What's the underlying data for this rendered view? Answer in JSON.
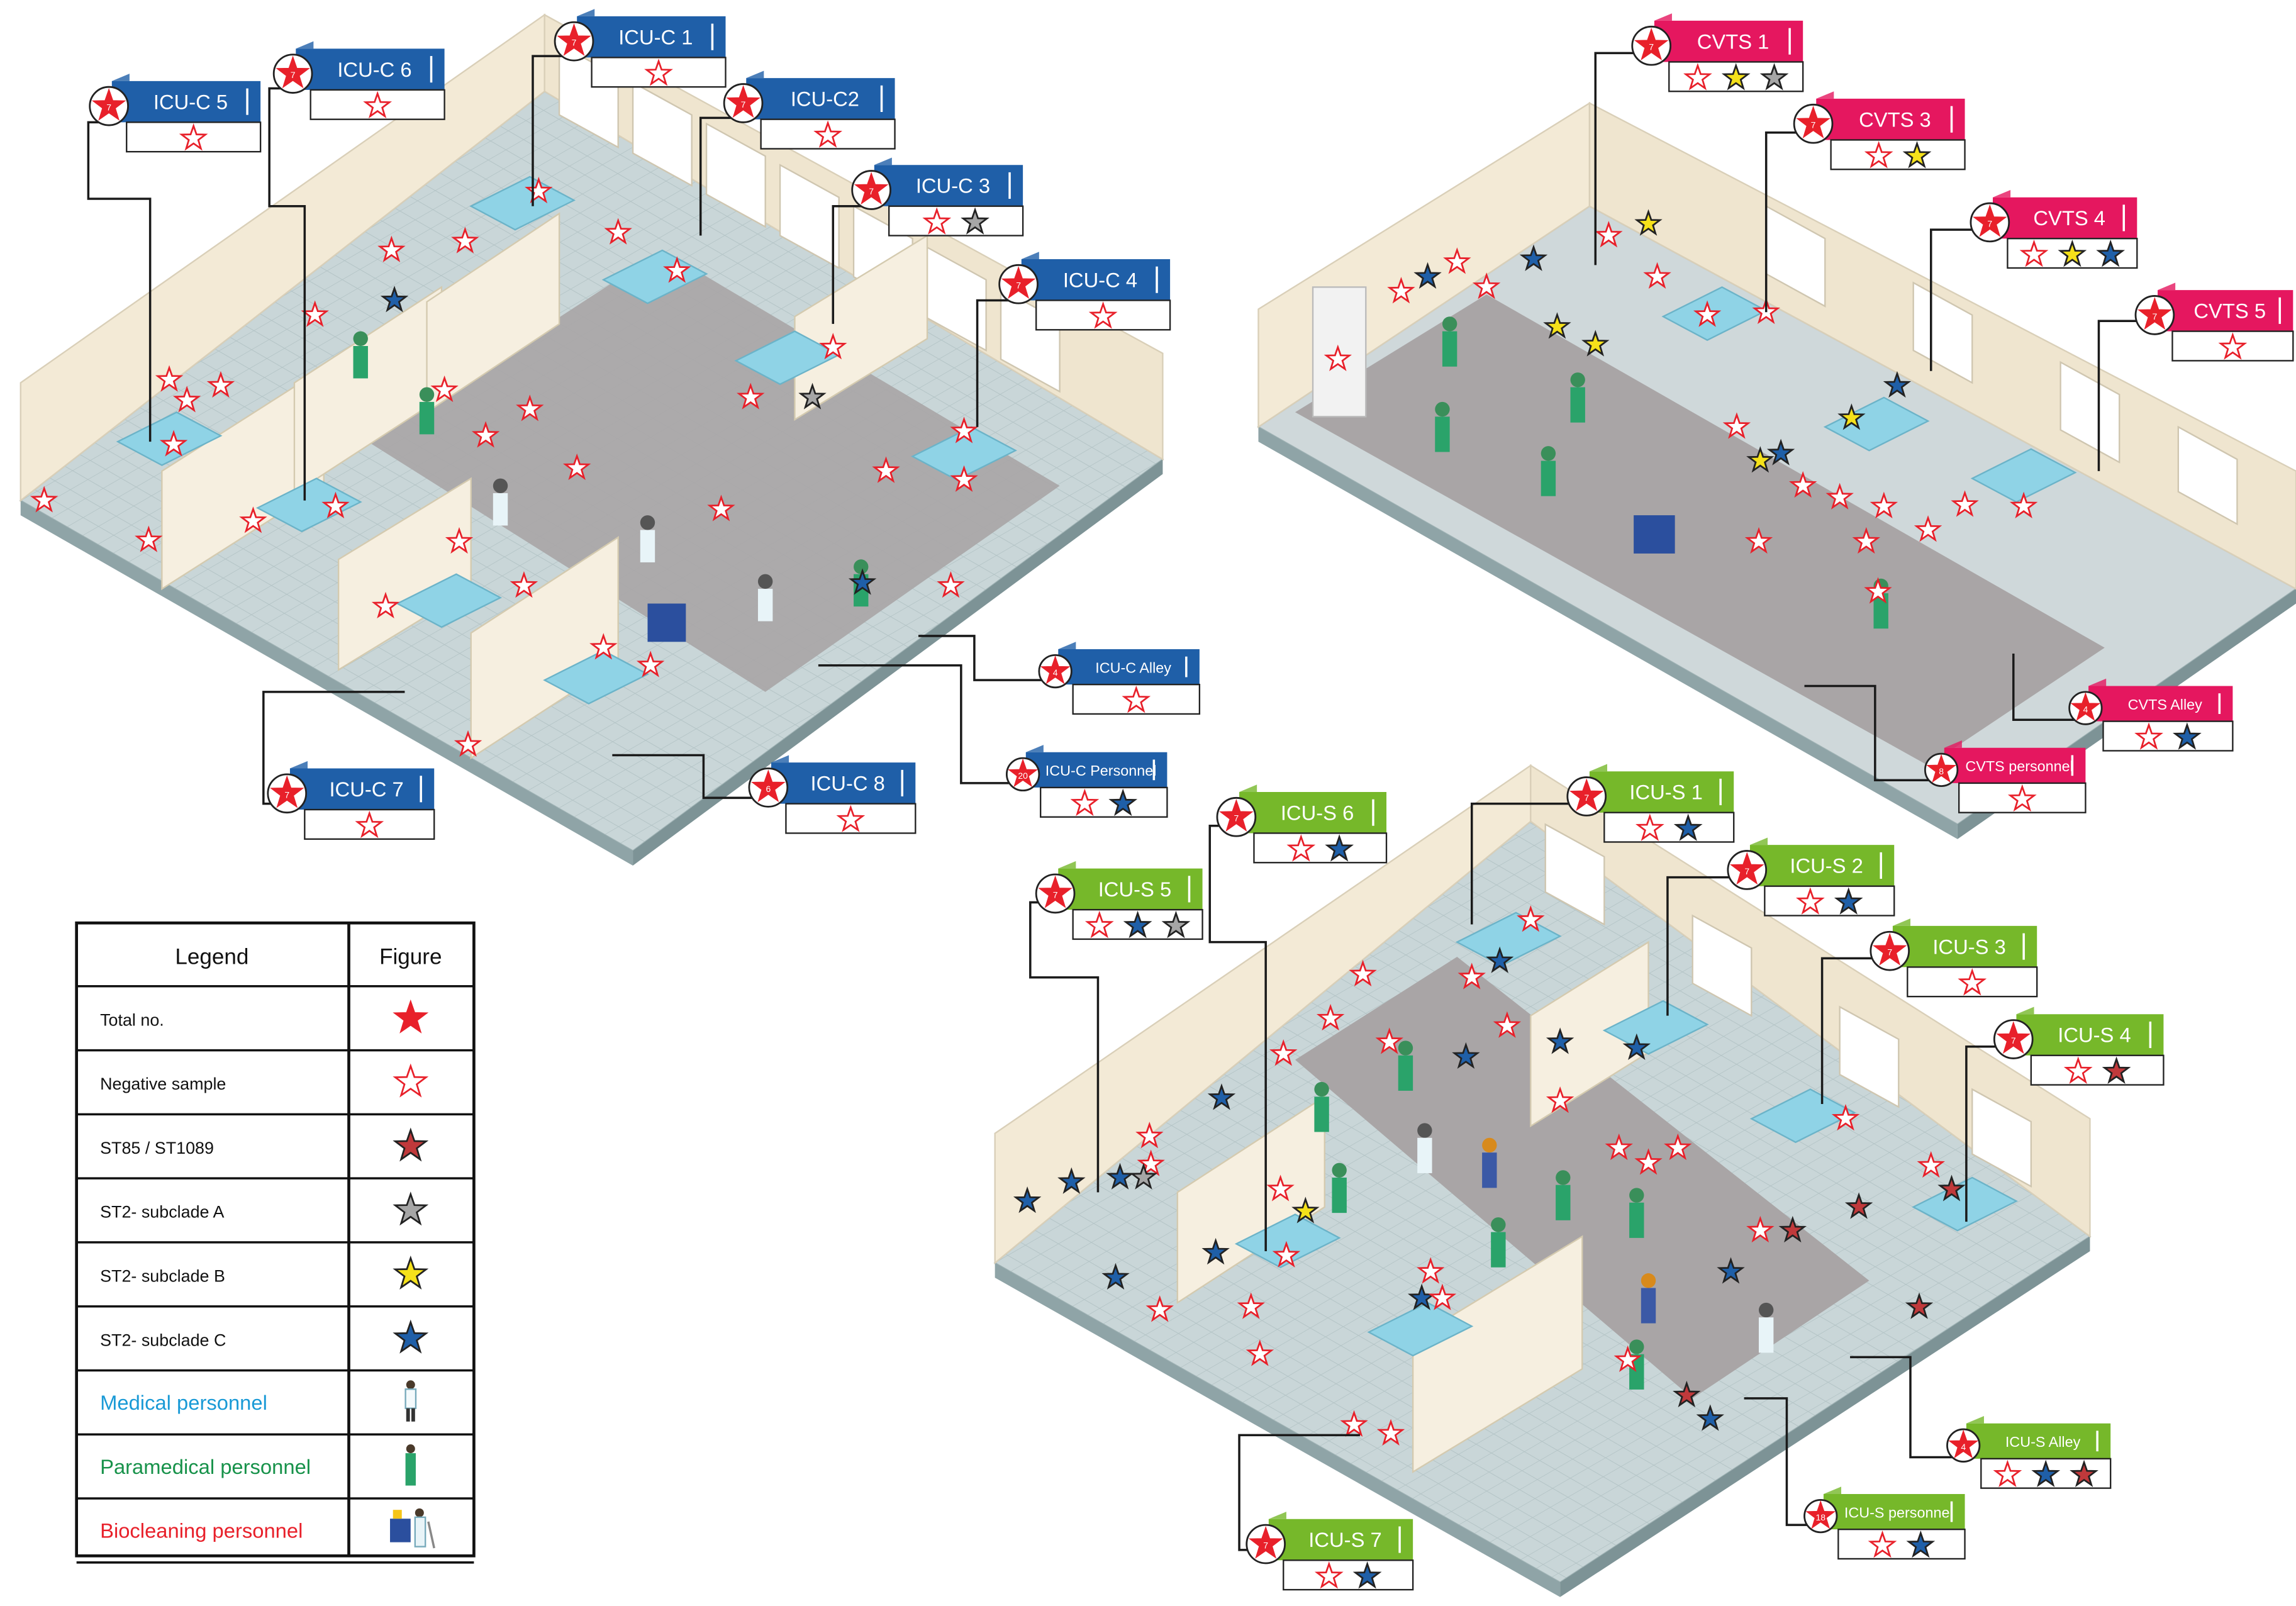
{
  "colors": {
    "icu_c": "#1f5fa8",
    "cvts": "#e5175f",
    "icu_s": "#76b82a",
    "total": "#e8202a",
    "negative_outline": "#e8202a",
    "st85": "#c0393b",
    "subclade_a": "#a6a6a6",
    "subclade_b": "#f5e11a",
    "subclade_c": "#1f5fa8",
    "medical_text": "#1a9ad6",
    "paramedical_text": "#17924a",
    "biocleaning_text": "#e8202a"
  },
  "labels": [
    {
      "id": "icu-c-5",
      "name": "ICU-C 5",
      "group": "icu_c",
      "total": "7",
      "stars": [
        "neg"
      ]
    },
    {
      "id": "icu-c-6",
      "name": "ICU-C 6",
      "group": "icu_c",
      "total": "7",
      "stars": [
        "neg"
      ]
    },
    {
      "id": "icu-c-1",
      "name": "ICU-C 1",
      "group": "icu_c",
      "total": "7",
      "stars": [
        "neg"
      ]
    },
    {
      "id": "icu-c-2",
      "name": "ICU-C2",
      "group": "icu_c",
      "total": "7",
      "stars": [
        "neg"
      ]
    },
    {
      "id": "icu-c-3",
      "name": "ICU-C 3",
      "group": "icu_c",
      "total": "7",
      "stars": [
        "neg",
        "a"
      ]
    },
    {
      "id": "icu-c-4",
      "name": "ICU-C 4",
      "group": "icu_c",
      "total": "7",
      "stars": [
        "neg"
      ]
    },
    {
      "id": "icu-c-alley",
      "name": "ICU-C Alley",
      "group": "icu_c",
      "total": "4",
      "stars": [
        "neg"
      ]
    },
    {
      "id": "icu-c-personnel",
      "name": "ICU-C Personnel",
      "group": "icu_c",
      "total": "20",
      "stars": [
        "neg",
        "c"
      ]
    },
    {
      "id": "icu-c-7",
      "name": "ICU-C 7",
      "group": "icu_c",
      "total": "7",
      "stars": [
        "neg"
      ]
    },
    {
      "id": "icu-c-8",
      "name": "ICU-C 8",
      "group": "icu_c",
      "total": "6",
      "stars": [
        "neg"
      ]
    },
    {
      "id": "cvts-1",
      "name": "CVTS 1",
      "group": "cvts",
      "total": "7",
      "stars": [
        "neg",
        "b",
        "a"
      ]
    },
    {
      "id": "cvts-3",
      "name": "CVTS 3",
      "group": "cvts",
      "total": "7",
      "stars": [
        "neg",
        "b"
      ]
    },
    {
      "id": "cvts-4",
      "name": "CVTS 4",
      "group": "cvts",
      "total": "7",
      "stars": [
        "neg",
        "b",
        "c"
      ]
    },
    {
      "id": "cvts-5",
      "name": "CVTS 5",
      "group": "cvts",
      "total": "7",
      "stars": [
        "neg"
      ]
    },
    {
      "id": "cvts-alley",
      "name": "CVTS Alley",
      "group": "cvts",
      "total": "4",
      "stars": [
        "neg",
        "c"
      ]
    },
    {
      "id": "cvts-personnel",
      "name": "CVTS personnel",
      "group": "cvts",
      "total": "8",
      "stars": [
        "neg"
      ]
    },
    {
      "id": "icu-s-6",
      "name": "ICU-S 6",
      "group": "icu_s",
      "total": "7",
      "stars": [
        "neg",
        "c"
      ]
    },
    {
      "id": "icu-s-1",
      "name": "ICU-S 1",
      "group": "icu_s",
      "total": "7",
      "stars": [
        "neg",
        "c"
      ]
    },
    {
      "id": "icu-s-5",
      "name": "ICU-S 5",
      "group": "icu_s",
      "total": "7",
      "stars": [
        "neg",
        "c",
        "a"
      ]
    },
    {
      "id": "icu-s-2",
      "name": "ICU-S 2",
      "group": "icu_s",
      "total": "7",
      "stars": [
        "neg",
        "c"
      ]
    },
    {
      "id": "icu-s-3",
      "name": "ICU-S 3",
      "group": "icu_s",
      "total": "7",
      "stars": [
        "neg"
      ]
    },
    {
      "id": "icu-s-4",
      "name": "ICU-S 4",
      "group": "icu_s",
      "total": "7",
      "stars": [
        "neg",
        "st85"
      ]
    },
    {
      "id": "icu-s-alley",
      "name": "ICU-S Alley",
      "group": "icu_s",
      "total": "4",
      "stars": [
        "neg",
        "c",
        "st85"
      ]
    },
    {
      "id": "icu-s-personnel",
      "name": "ICU-S personnel",
      "group": "icu_s",
      "total": "18",
      "stars": [
        "neg",
        "c"
      ]
    },
    {
      "id": "icu-s-7",
      "name": "ICU-S 7",
      "group": "icu_s",
      "total": "7",
      "stars": [
        "neg",
        "c"
      ]
    }
  ],
  "legend": {
    "header_legend": "Legend",
    "header_figure": "Figure",
    "rows": [
      {
        "label": "Total no.",
        "figure": "star-total"
      },
      {
        "label": "Negative sample",
        "figure": "star-negative"
      },
      {
        "label": "ST85  / ST1089",
        "figure": "star-st85"
      },
      {
        "label": "ST2- subclade A",
        "figure": "star-subclade-a"
      },
      {
        "label": "ST2- subclade B",
        "figure": "star-subclade-b"
      },
      {
        "label": "ST2- subclade C",
        "figure": "star-subclade-c"
      },
      {
        "label": "Medical personnel",
        "figure": "medical-person-icon",
        "color": "medical_text"
      },
      {
        "label": "Paramedical personnel",
        "figure": "paramedical-person-icon",
        "color": "paramedical_text"
      },
      {
        "label": "Biocleaning personnel",
        "figure": "biocleaning-cart-icon",
        "color": "biocleaning_text"
      }
    ]
  }
}
